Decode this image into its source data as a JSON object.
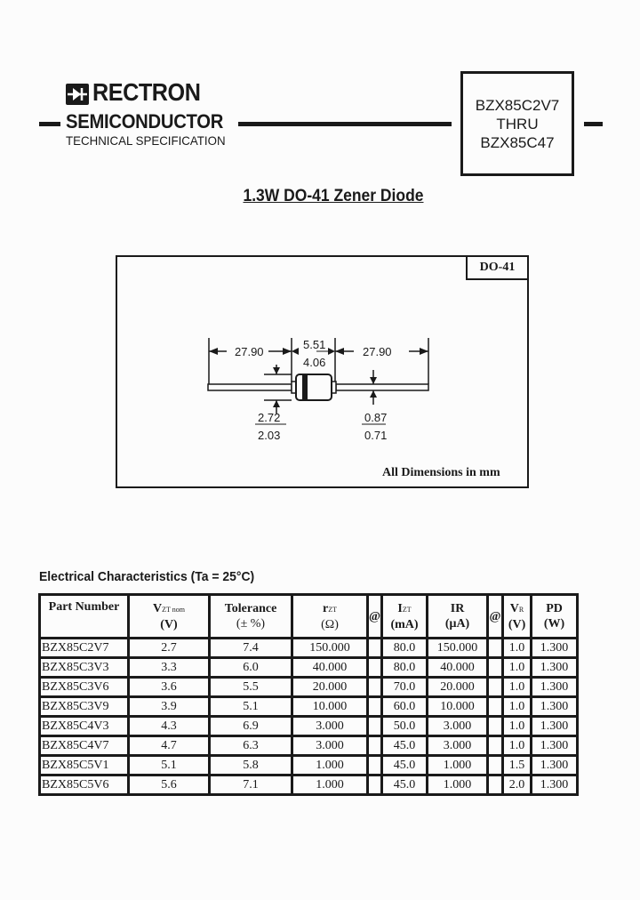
{
  "header": {
    "brand": "RECTRON",
    "division": "SEMICONDUCTOR",
    "subtitle": "TECHNICAL SPECIFICATION",
    "logo_icon": "diode-symbol-icon",
    "part_range": {
      "line1": "BZX85C2V7",
      "line2": "THRU",
      "line3": "BZX85C47"
    }
  },
  "title": "1.3W  DO-41 Zener Diode",
  "diagram": {
    "package_label": "DO-41",
    "dims_note": "All Dimensions in mm",
    "lead_length_left": "27.90",
    "lead_length_right": "27.90",
    "body_length_max": "5.51",
    "body_length_min": "4.06",
    "body_diameter_max": "2.72",
    "body_diameter_min": "2.03",
    "lead_diameter_max": "0.87",
    "lead_diameter_min": "0.71"
  },
  "table": {
    "title": "Electrical Characteristics (Ta = 25°C)",
    "headers": {
      "part": "Part Number",
      "vz_main": "V",
      "vz_sub": "ZT nom",
      "vz_unit": "(V)",
      "tol": "Tolerance",
      "tol_unit": "(± %)",
      "rz_main": "r",
      "rz_sub": "ZT",
      "rz_unit": "(Ω)",
      "at1": "@",
      "iz_main": "I",
      "iz_sub": "ZT",
      "iz_unit": "(mA)",
      "ir": "IR",
      "ir_unit": "(μA)",
      "at2": "@",
      "vr_main": "V",
      "vr_sub": "R",
      "vr_unit": "(V)",
      "pd": "PD",
      "pd_unit": "(W)"
    },
    "rows": [
      {
        "part": "BZX85C2V7",
        "vz": "2.7",
        "tol": "7.4",
        "rz": "150.000",
        "at1": "",
        "iz": "80.0",
        "ir": "150.000",
        "at2": "",
        "vr": "1.0",
        "pd": "1.300"
      },
      {
        "part": "BZX85C3V3",
        "vz": "3.3",
        "tol": "6.0",
        "rz": "40.000",
        "at1": "",
        "iz": "80.0",
        "ir": "40.000",
        "at2": "",
        "vr": "1.0",
        "pd": "1.300"
      },
      {
        "part": "BZX85C3V6",
        "vz": "3.6",
        "tol": "5.5",
        "rz": "20.000",
        "at1": "",
        "iz": "70.0",
        "ir": "20.000",
        "at2": "",
        "vr": "1.0",
        "pd": "1.300"
      },
      {
        "part": "BZX85C3V9",
        "vz": "3.9",
        "tol": "5.1",
        "rz": "10.000",
        "at1": "",
        "iz": "60.0",
        "ir": "10.000",
        "at2": "",
        "vr": "1.0",
        "pd": "1.300"
      },
      {
        "part": "BZX85C4V3",
        "vz": "4.3",
        "tol": "6.9",
        "rz": "3.000",
        "at1": "",
        "iz": "50.0",
        "ir": "3.000",
        "at2": "",
        "vr": "1.0",
        "pd": "1.300"
      },
      {
        "part": "BZX85C4V7",
        "vz": "4.7",
        "tol": "6.3",
        "rz": "3.000",
        "at1": "",
        "iz": "45.0",
        "ir": "3.000",
        "at2": "",
        "vr": "1.0",
        "pd": "1.300"
      },
      {
        "part": "BZX85C5V1",
        "vz": "5.1",
        "tol": "5.8",
        "rz": "1.000",
        "at1": "",
        "iz": "45.0",
        "ir": "1.000",
        "at2": "",
        "vr": "1.5",
        "pd": "1.300"
      },
      {
        "part": "BZX85C5V6",
        "vz": "5.6",
        "tol": "7.1",
        "rz": "1.000",
        "at1": "",
        "iz": "45.0",
        "ir": "1.000",
        "at2": "",
        "vr": "2.0",
        "pd": "1.300"
      }
    ]
  }
}
